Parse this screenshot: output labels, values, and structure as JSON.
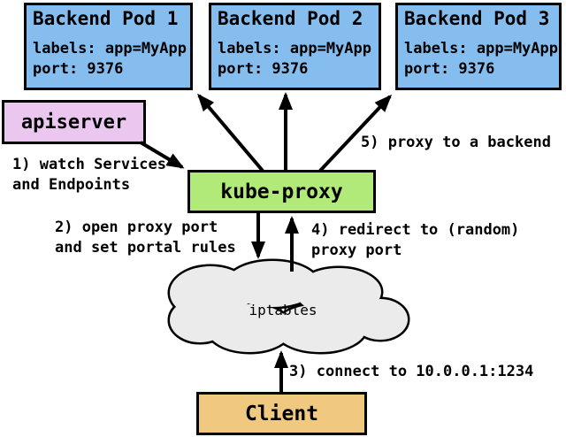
{
  "colors": {
    "pod_fill": "#85BDEE",
    "apiserver_fill": "#EBC7F0",
    "kube_proxy_fill": "#B1EA78",
    "client_fill": "#F0C87F",
    "cloud_fill": "#EBEBEB",
    "line_color": "#000000"
  },
  "pods": [
    {
      "title": "Backend Pod 1",
      "labels_line": "labels: app=MyApp",
      "port_line": "port: 9376"
    },
    {
      "title": "Backend Pod 2",
      "labels_line": "labels: app=MyApp",
      "port_line": "port: 9376"
    },
    {
      "title": "Backend Pod 3",
      "labels_line": "labels: app=MyApp",
      "port_line": "port: 9376"
    }
  ],
  "nodes": {
    "apiserver": "apiserver",
    "kube_proxy": "kube-proxy",
    "iptables": "iptables",
    "client": "Client"
  },
  "steps": {
    "step1_line1": "1) watch Services",
    "step1_line2": "and Endpoints",
    "step2_line1": "2) open proxy port",
    "step2_line2": "and set portal rules",
    "step3": "3) connect to 10.0.0.1:1234",
    "step4_line1": "4) redirect to (random)",
    "step4_line2": "proxy port",
    "step5": "5) proxy to a backend"
  }
}
